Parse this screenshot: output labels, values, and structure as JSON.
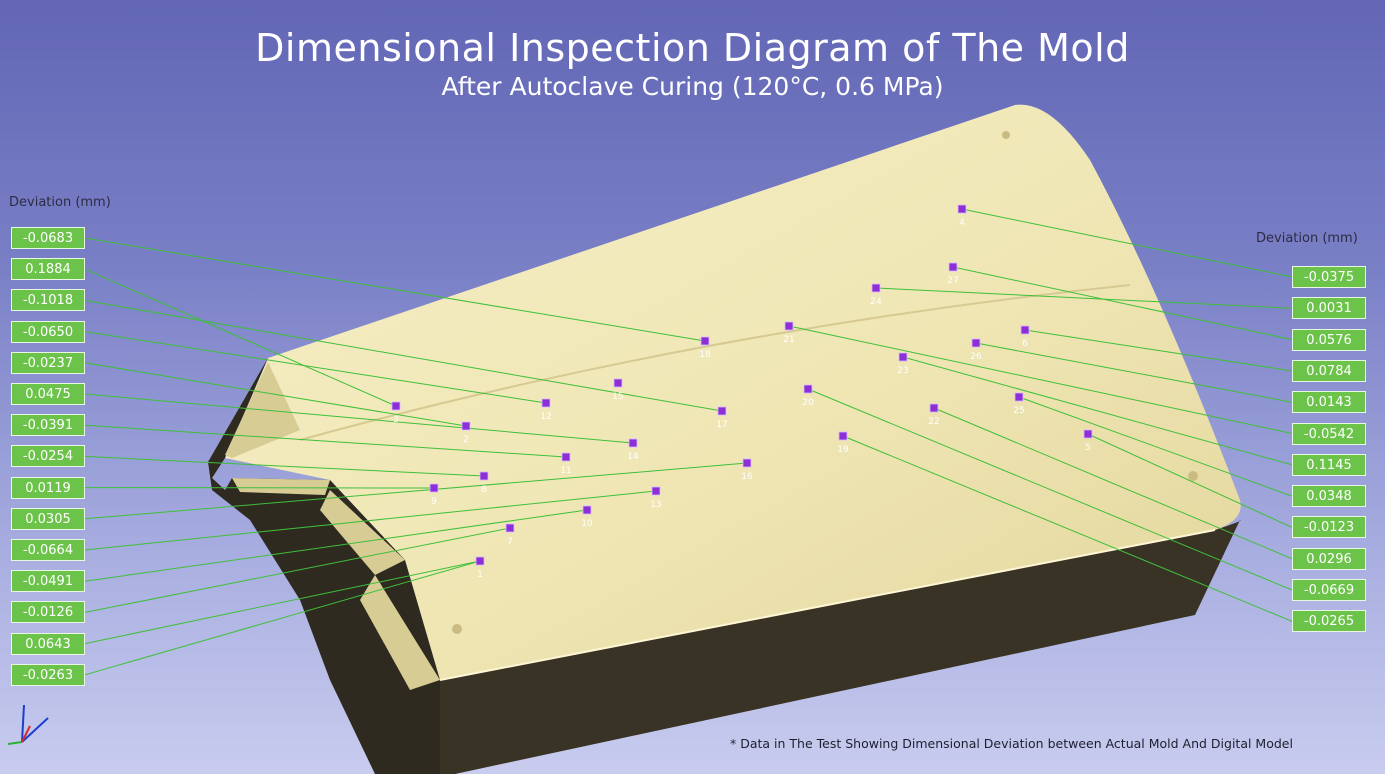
{
  "title": "Dimensional Inspection Diagram of The Mold",
  "subtitle": "After Autoclave Curing (120°C, 0.6 MPa)",
  "left_axis_title": "Deviation (mm)",
  "right_axis_title": "Deviation (mm)",
  "footnote": "* Data in The Test Showing Dimensional Deviation between Actual Mold And Digital Model",
  "colors": {
    "badge": "#6cc34a",
    "leader": "#3fbf3a",
    "marker": "#8c2fd6",
    "mold_top": "#efe6b4",
    "mold_side": "#393326"
  },
  "left_deviations": [
    "-0.0683",
    "0.1884",
    "-0.1018",
    "-0.0650",
    "-0.0237",
    "0.0475",
    "-0.0391",
    "-0.0254",
    "0.0119",
    "0.0305",
    "-0.0664",
    "-0.0491",
    "-0.0126",
    "0.0643",
    "-0.0263"
  ],
  "right_deviations": [
    "-0.0375",
    "0.0031",
    "0.0576",
    "0.0784",
    "0.0143",
    "-0.0542",
    "0.1145",
    "0.0348",
    "-0.0123",
    "0.0296",
    "-0.0669",
    "-0.0265"
  ],
  "points": [
    "1",
    "2",
    "3",
    "4",
    "5",
    "6",
    "7",
    "8",
    "9",
    "10",
    "11",
    "12",
    "13",
    "14",
    "15",
    "16",
    "17",
    "18",
    "19",
    "20",
    "21",
    "22",
    "23",
    "24",
    "25",
    "26",
    "27"
  ]
}
